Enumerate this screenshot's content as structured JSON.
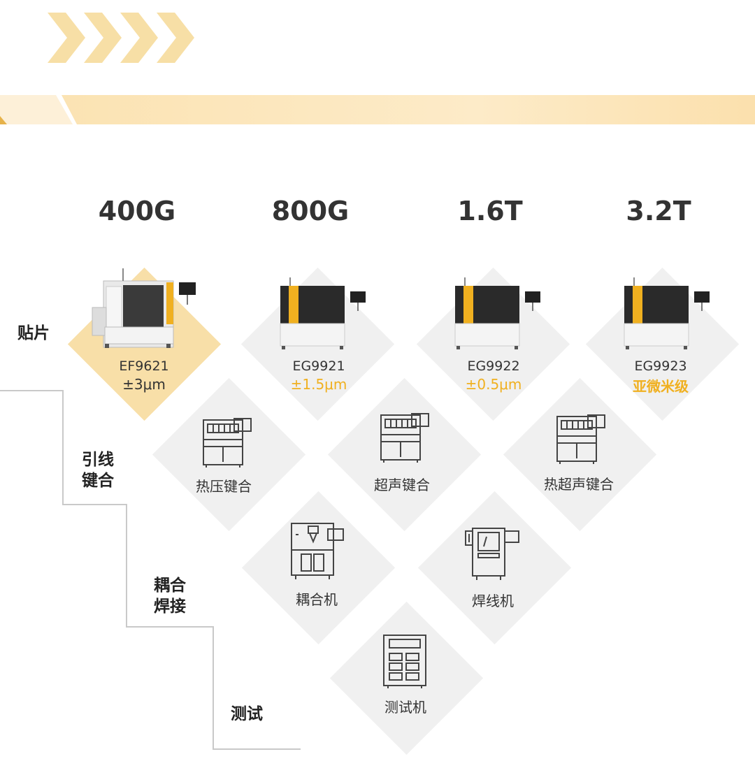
{
  "header": {
    "chevron_color": "#f7dfa6",
    "banner_color": "#fbe7c0",
    "accent_color": "#f0b020"
  },
  "speeds": [
    "400G",
    "800G",
    "1.6T",
    "3.2T"
  ],
  "categories": {
    "placement": "贴片",
    "wire_bonding_1": "引线",
    "wire_bonding_2": "键合",
    "coupling_1": "耦合",
    "coupling_2": "焊接",
    "testing": "测试"
  },
  "placement_machines": [
    {
      "model": "EF9621",
      "precision": "±3μm"
    },
    {
      "model": "EG9921",
      "precision": "±1.5μm"
    },
    {
      "model": "EG9922",
      "precision": "±0.5μm"
    },
    {
      "model": "EG9923",
      "precision": "亚微米级"
    }
  ],
  "bonding_machines": [
    "热压键合",
    "超声键合",
    "热超声键合"
  ],
  "coupling_machines": [
    "耦合机",
    "焊线机"
  ],
  "test_machines": [
    "测试机"
  ]
}
